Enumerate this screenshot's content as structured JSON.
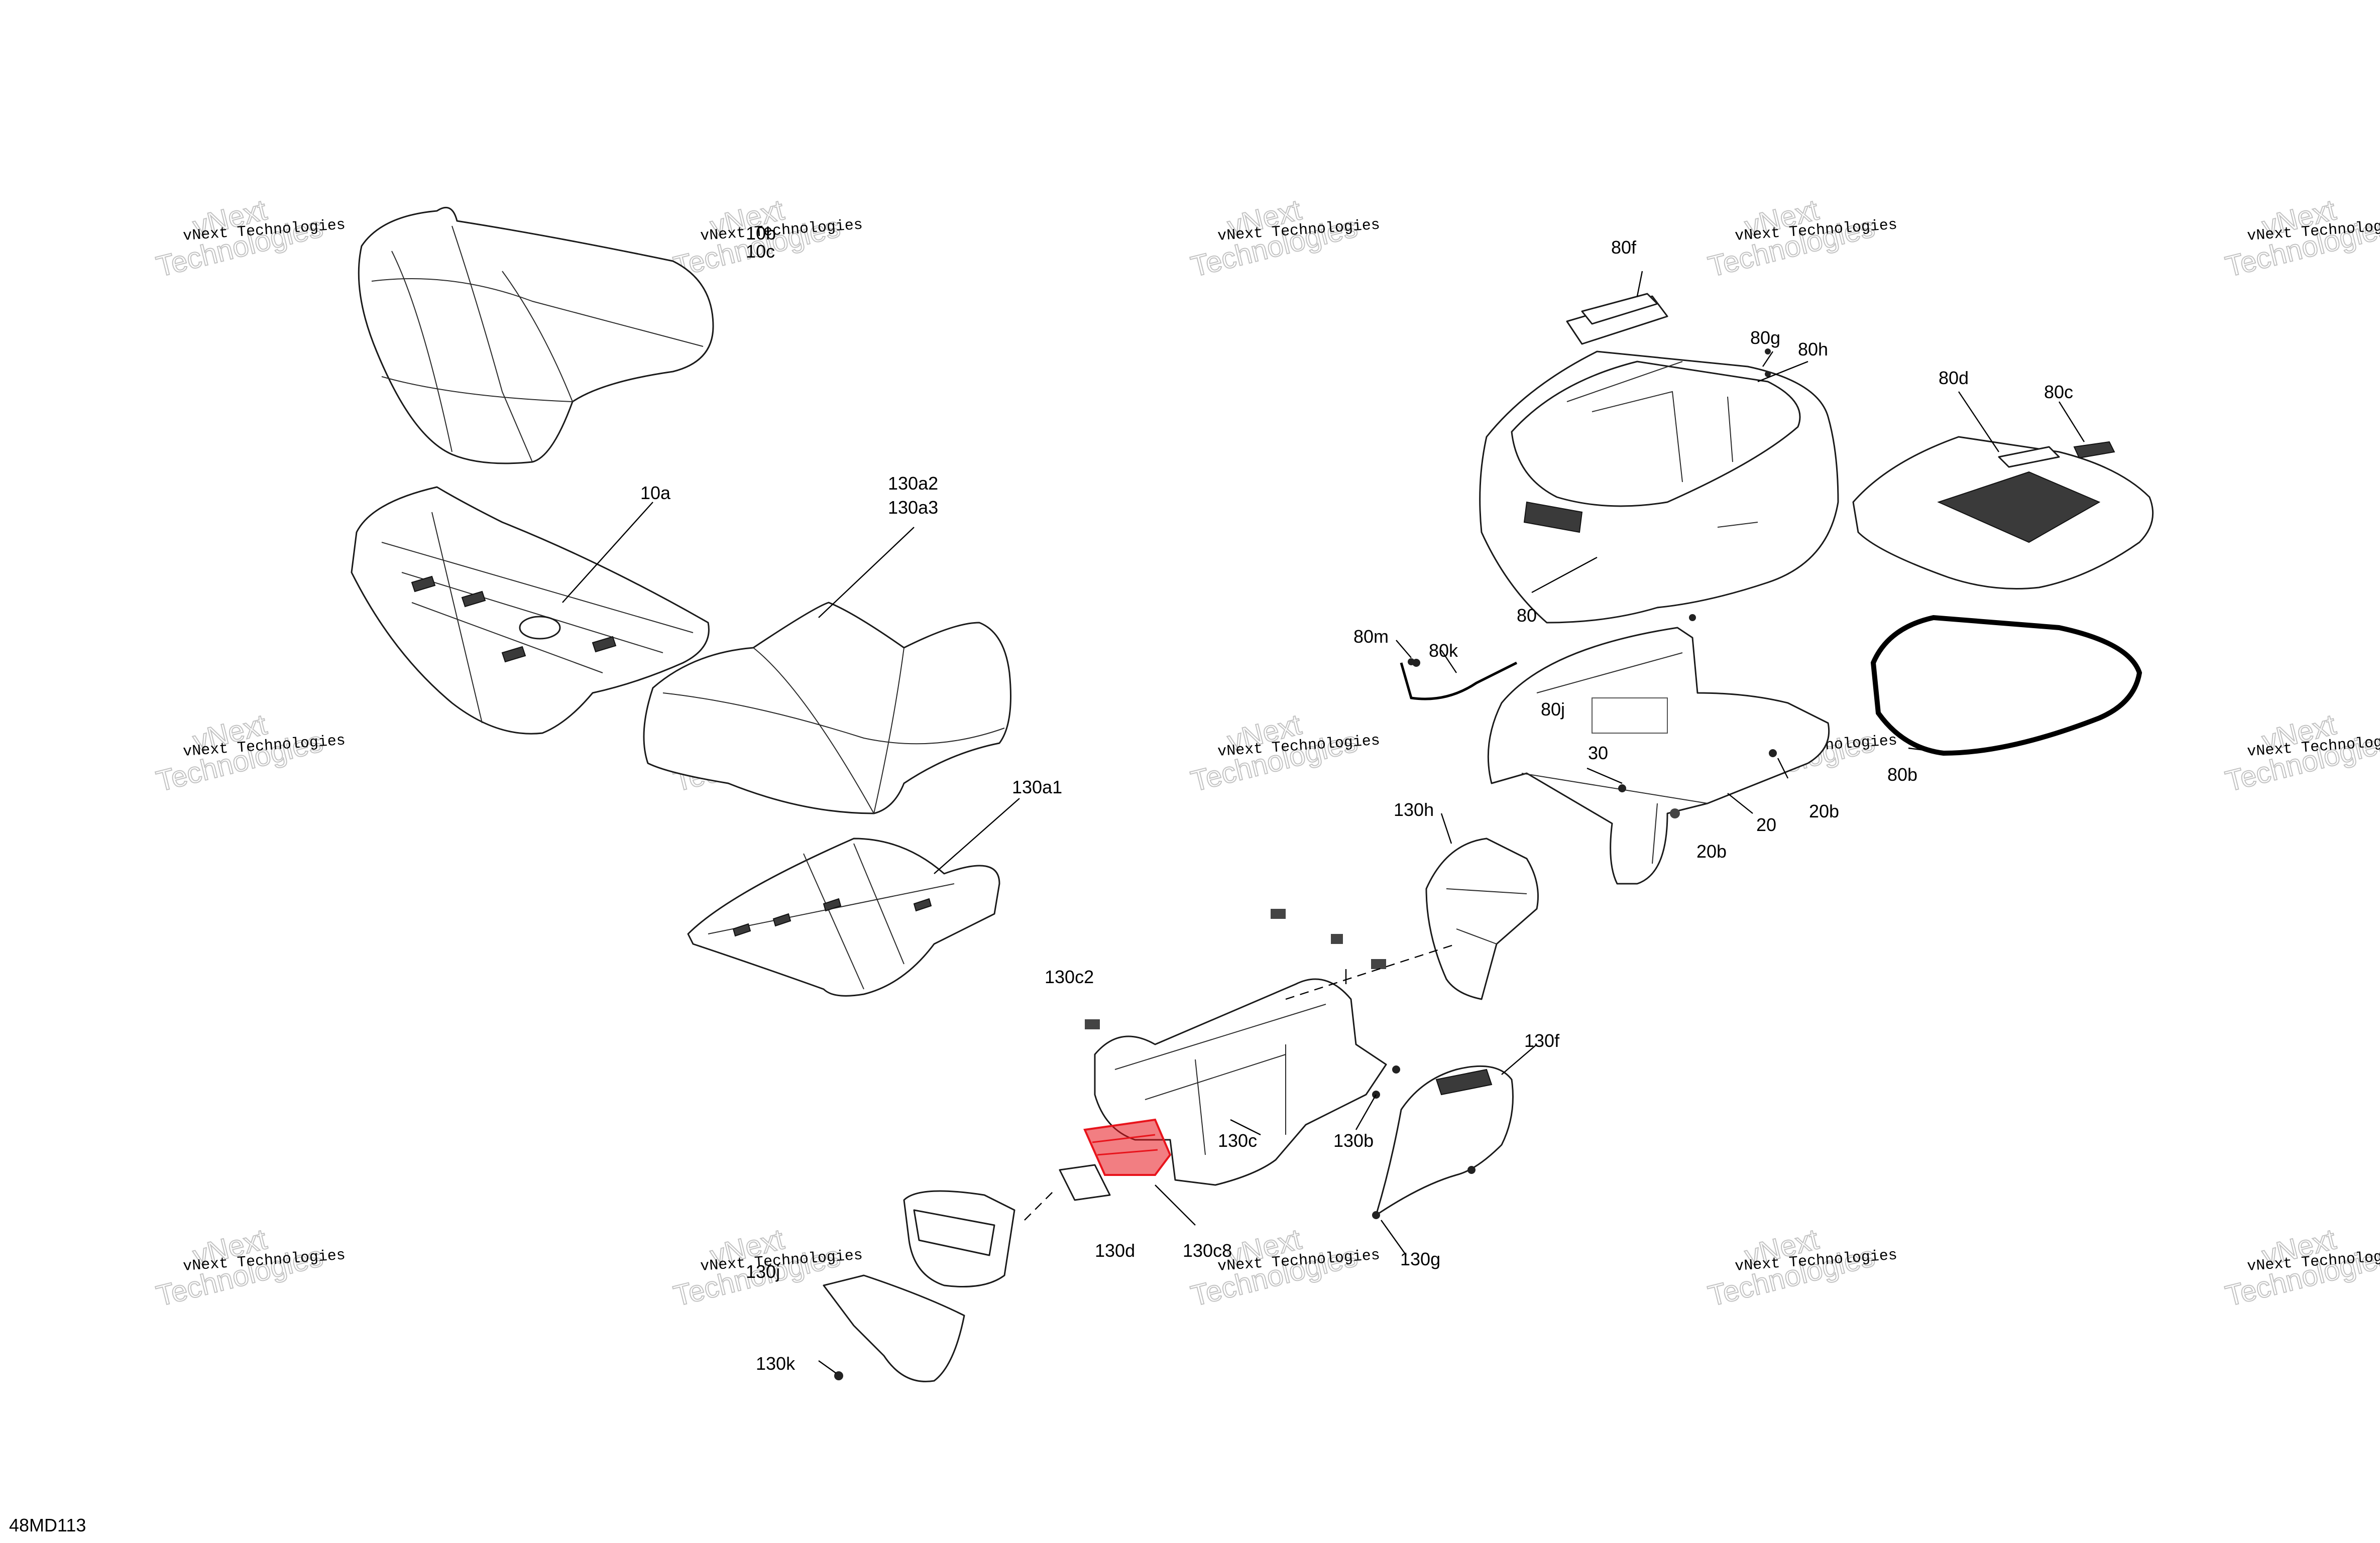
{
  "diagram_code": "48MD113",
  "highlight_color": "#e8141c",
  "labels": {
    "l10b": "10b",
    "l10c": "10c",
    "l10a": "10a",
    "l130a2": "130a2",
    "l130a3": "130a3",
    "l130a1": "130a1",
    "l80f": "80f",
    "l80g": "80g",
    "l80h": "80h",
    "l80d": "80d",
    "l80c": "80c",
    "l80": "80",
    "l80m": "80m",
    "l80k": "80k",
    "l80j": "80j",
    "l30": "30",
    "l20b1": "20b",
    "l20": "20",
    "l20b2": "20b",
    "l80b": "80b",
    "l130h": "130h",
    "l130c2": "130c2",
    "l130f": "130f",
    "l130c": "130c",
    "l130b": "130b",
    "l130d": "130d",
    "l130c8": "130c8",
    "l130g": "130g",
    "l130j": "130j",
    "l130k": "130k"
  },
  "watermark": {
    "line_small": "vNext Technologies",
    "line_big_1": "vNext",
    "line_big_2": "Technologies"
  }
}
